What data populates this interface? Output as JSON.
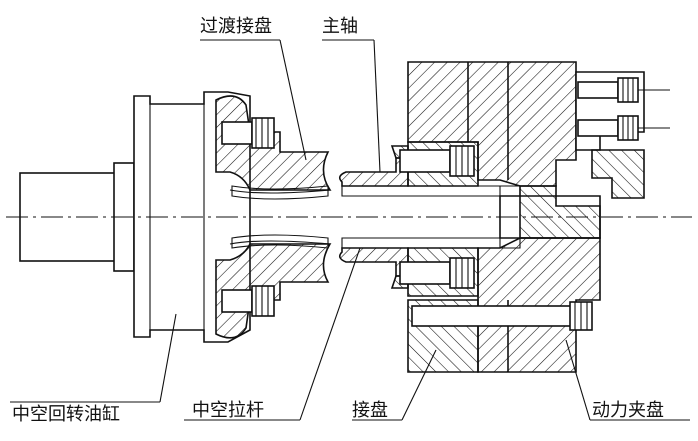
{
  "labels": {
    "adapter_plate": "过渡接盘",
    "spindle": "主轴",
    "hollow_rotary_cylinder": "中空回转油缸",
    "hollow_draw_tube": "中空拉杆",
    "connecting_plate": "接盘",
    "power_chuck": "动力夹盘"
  }
}
